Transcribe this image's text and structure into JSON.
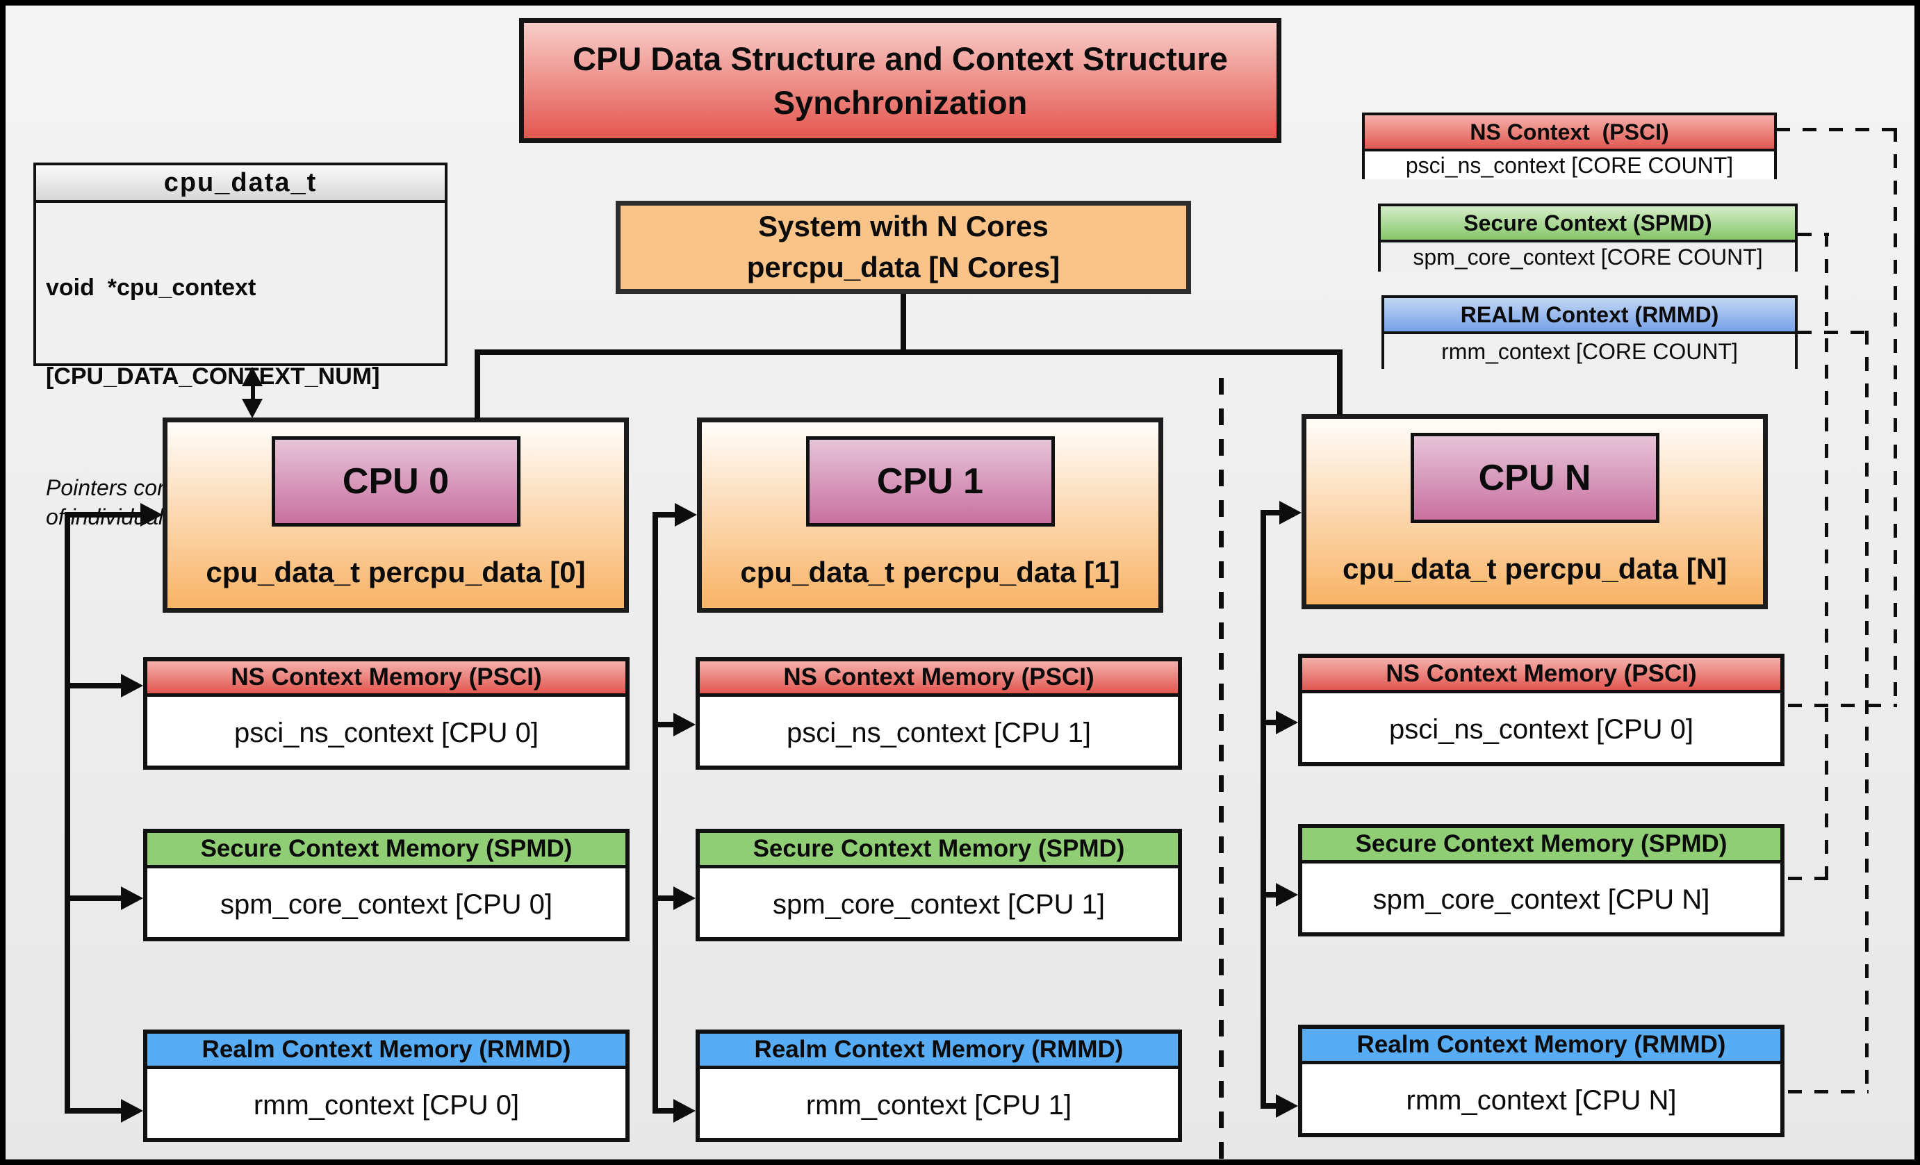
{
  "title": {
    "lines": [
      "CPU Data Structure and Context Structure",
      "Synchronization"
    ]
  },
  "cpu_data_t": {
    "header": "cpu_data_t",
    "field_lines": [
      "void  *cpu_context",
      "[CPU_DATA_CONTEXT_NUM]"
    ],
    "note_lines": [
      "Pointers configured with locations",
      "of individual world context memory"
    ]
  },
  "system_box": {
    "lines": [
      "System with N Cores",
      "percpu_data [N Cores]"
    ]
  },
  "legend": {
    "ns": {
      "header": "NS Context  (PSCI)",
      "body": "psci_ns_context [CORE COUNT]"
    },
    "secure": {
      "header": "Secure Context (SPMD)",
      "body": "spm_core_context [CORE COUNT]"
    },
    "realm": {
      "header": "REALM Context (RMMD)",
      "body": "rmm_context [CORE COUNT]"
    }
  },
  "context_headers": {
    "ns": "NS Context Memory (PSCI)",
    "secure": "Secure Context Memory (SPMD)",
    "realm": "Realm Context Memory (RMMD)"
  },
  "cpus": [
    {
      "label": "CPU 0",
      "data_line": "cpu_data_t percpu_data [0]",
      "ns": "psci_ns_context [CPU 0]",
      "secure": "spm_core_context [CPU 0]",
      "realm": "rmm_context [CPU 0]"
    },
    {
      "label": "CPU 1",
      "data_line": "cpu_data_t percpu_data [1]",
      "ns": "psci_ns_context [CPU 1]",
      "secure": "spm_core_context [CPU 1]",
      "realm": "rmm_context [CPU 1]"
    },
    {
      "label": "CPU N",
      "data_line": "cpu_data_t percpu_data [N]",
      "ns": "psci_ns_context [CPU 0]",
      "secure": "spm_core_context [CPU N]",
      "realm": "rmm_context [CPU N]"
    }
  ],
  "colors": {
    "title_red": "#e4564e",
    "ns_red": "#e15750",
    "secure_green": "#8fce74",
    "realm_blue": "#58acf3",
    "cpu_box_orange": "#f8b365",
    "cpu_label_purple": "#c9709f",
    "system_orange": "#fac387"
  }
}
